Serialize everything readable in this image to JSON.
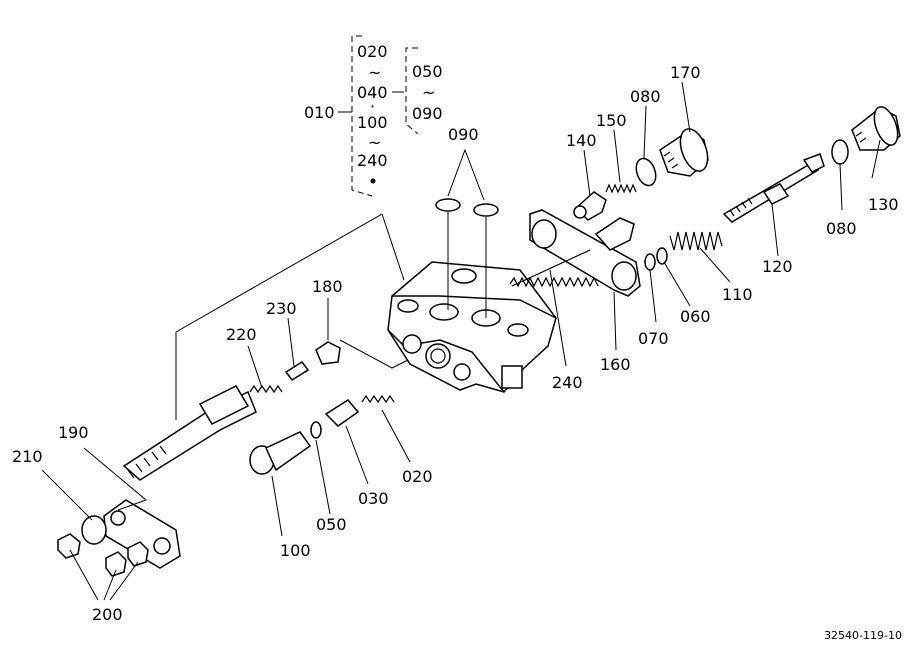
{
  "labels": {
    "p010": "010",
    "p020a": "020",
    "p040": "040",
    "p100a": "100",
    "p240a": "240",
    "p050a": "050",
    "p090a": "090",
    "tilde": "~",
    "dot": "·",
    "p090": "090",
    "p140": "140",
    "p150": "150",
    "p080a": "080",
    "p170": "170",
    "p130": "130",
    "p080b": "080",
    "p120": "120",
    "p110": "110",
    "p060": "060",
    "p070": "070",
    "p160": "160",
    "p240": "240",
    "p180": "180",
    "p230": "230",
    "p220": "220",
    "p190": "190",
    "p210": "210",
    "p200": "200",
    "p100": "100",
    "p050": "050",
    "p030": "030",
    "p020": "020"
  },
  "figure_code": "32540-119-10"
}
